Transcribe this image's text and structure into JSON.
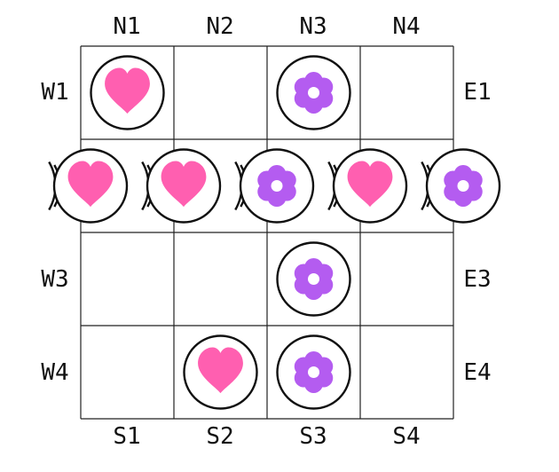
{
  "labels": {
    "top": [
      "N1",
      "N2",
      "N3",
      "N4"
    ],
    "bottom": [
      "S1",
      "S2",
      "S3",
      "S4"
    ],
    "left": [
      "W1",
      "",
      "W3",
      "W4"
    ],
    "right": [
      "E1",
      "",
      "E3",
      "E4"
    ]
  },
  "colors": {
    "heart": "#ff5fb0",
    "flower": "#b45cf0",
    "flower_center": "#ffffff",
    "grid": "#222222",
    "token_ring": "#111111"
  },
  "board": {
    "rows": 4,
    "cols": 4,
    "tokens": [
      {
        "row": 1,
        "col": 1,
        "symbol": "heart"
      },
      {
        "row": 1,
        "col": 3,
        "symbol": "flower"
      },
      {
        "row": 3,
        "col": 3,
        "symbol": "flower"
      },
      {
        "row": 4,
        "col": 2,
        "symbol": "heart"
      },
      {
        "row": 4,
        "col": 3,
        "symbol": "flower"
      }
    ],
    "sliding_row": {
      "row": 2,
      "tokens": [
        "heart",
        "heart",
        "flower",
        "heart",
        "flower"
      ]
    }
  }
}
